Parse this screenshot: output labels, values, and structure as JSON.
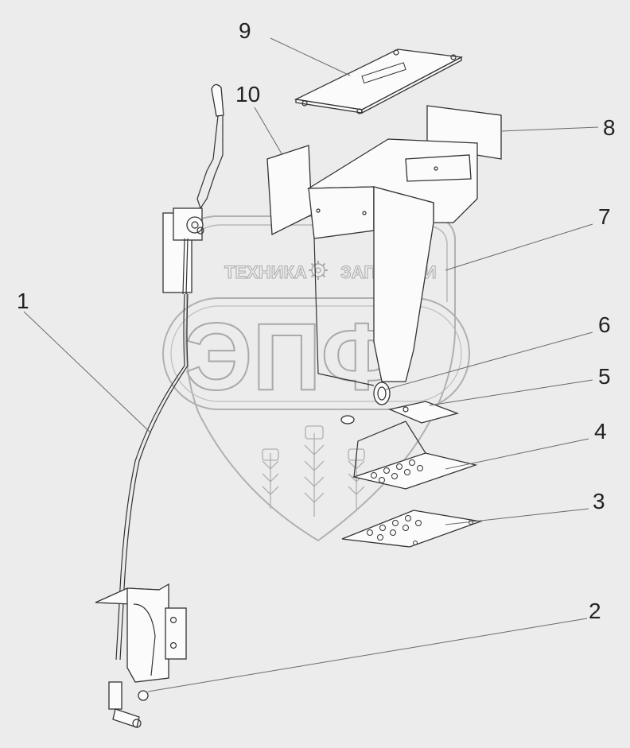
{
  "diagram": {
    "callouts": [
      {
        "id": "c1",
        "label": "1"
      },
      {
        "id": "c2",
        "label": "2"
      },
      {
        "id": "c3",
        "label": "3"
      },
      {
        "id": "c4",
        "label": "4"
      },
      {
        "id": "c5",
        "label": "5"
      },
      {
        "id": "c6",
        "label": "6"
      },
      {
        "id": "c7",
        "label": "7"
      },
      {
        "id": "c8",
        "label": "8"
      },
      {
        "id": "c9",
        "label": "9"
      },
      {
        "id": "c10",
        "label": "10"
      }
    ]
  },
  "watermark": {
    "brand_left": "ТЕХНИКА",
    "brand_right": "ЗАПЧАСТИ",
    "logo_letters": "ЭПФ",
    "gear_icon": "gear-icon"
  },
  "colors": {
    "background": "#ececec",
    "line": "#333333",
    "watermark": "#a9a9a9"
  }
}
